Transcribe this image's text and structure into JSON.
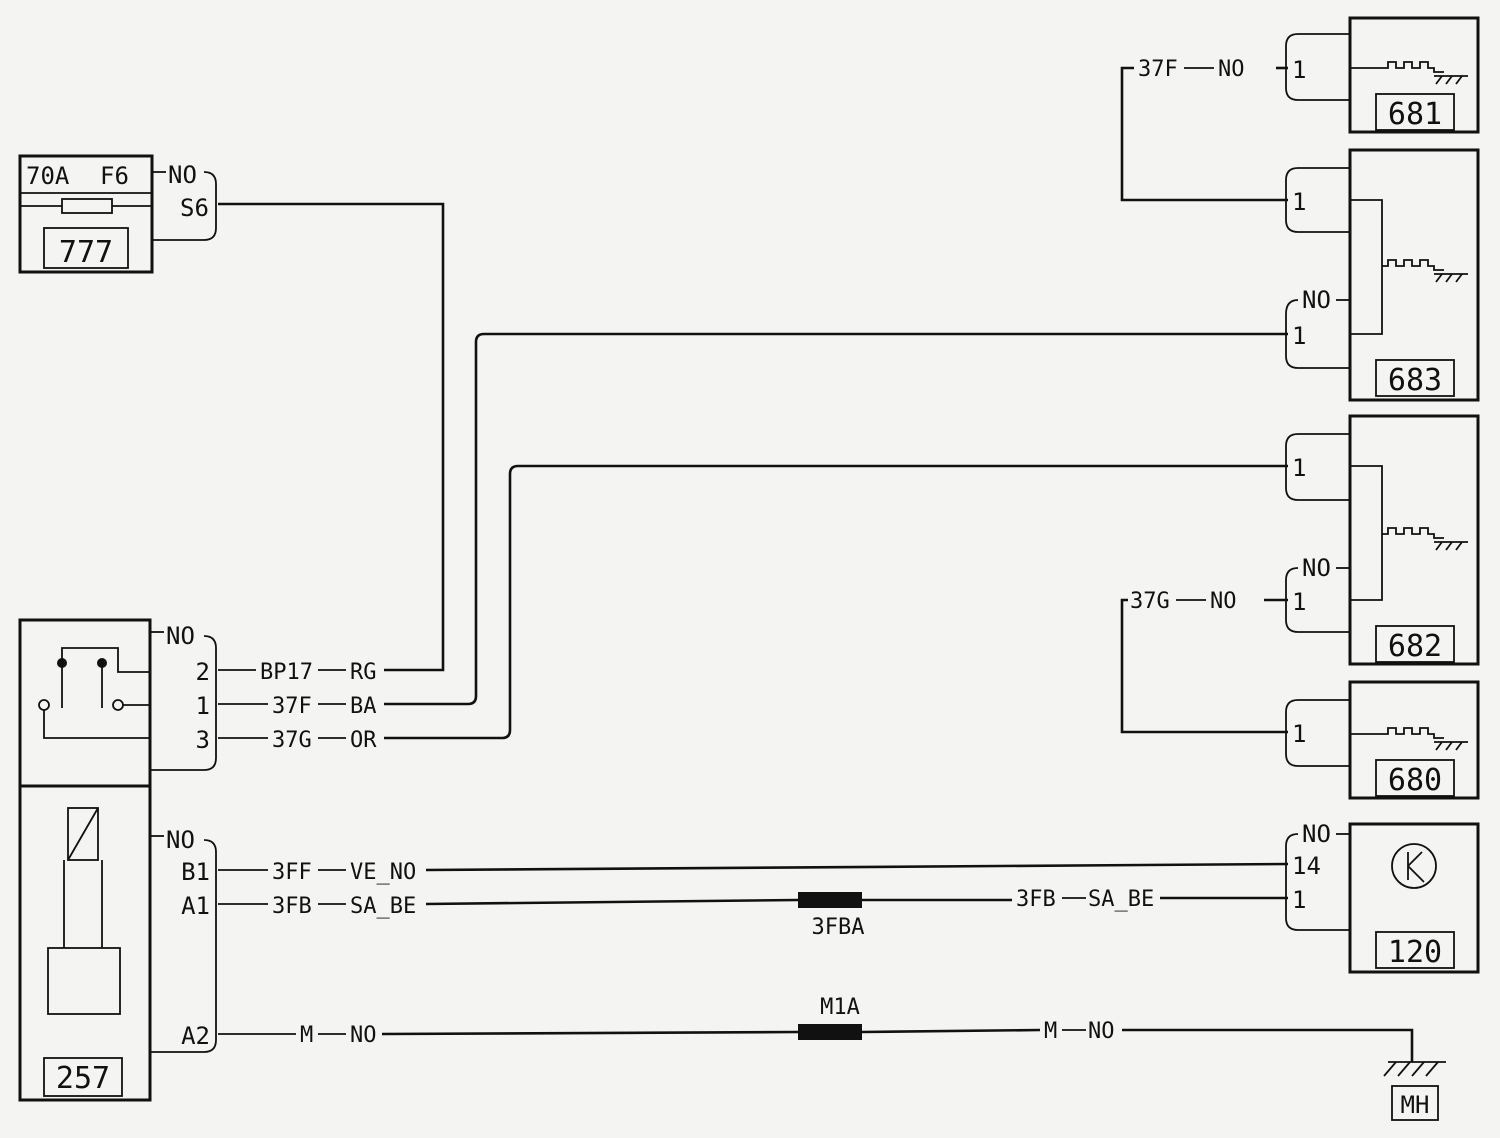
{
  "fuse_box": {
    "id": "777",
    "rating": "70A",
    "fuse": "F6",
    "wire_color": "NO",
    "pin": "S6"
  },
  "relay": {
    "id": "257",
    "upper_wire_color": "NO",
    "lower_wire_color": "NO",
    "pins": [
      {
        "pin": "2",
        "wire": "BP17",
        "color": "RG"
      },
      {
        "pin": "1",
        "wire": "37F",
        "color": "BA"
      },
      {
        "pin": "3",
        "wire": "37G",
        "color": "OR"
      },
      {
        "pin": "B1",
        "wire": "3FF",
        "color": "VE_NO"
      },
      {
        "pin": "A1",
        "wire": "3FB",
        "color": "SA_BE"
      },
      {
        "pin": "A2",
        "wire": "M",
        "color": "NO"
      }
    ]
  },
  "components": [
    {
      "id": "681",
      "pins": [
        "1"
      ],
      "wire": "37F",
      "wire_color": "NO"
    },
    {
      "id": "683",
      "pins": [
        "1",
        "1"
      ],
      "ground_color": "NO"
    },
    {
      "id": "682",
      "pins": [
        "1",
        "1"
      ],
      "ground_color": "NO"
    },
    {
      "id": "680",
      "pins": [
        "1"
      ],
      "wire": "37G",
      "wire_color": "NO"
    },
    {
      "id": "120",
      "pins": [
        "14",
        "1"
      ],
      "ground_color": "NO"
    }
  ],
  "junctions": [
    {
      "id": "3FBA",
      "right_wire": "3FB",
      "right_color": "SA_BE"
    },
    {
      "id": "M1A",
      "right_wire": "M",
      "right_color": "NO"
    }
  ],
  "ground": {
    "id": "MH"
  }
}
